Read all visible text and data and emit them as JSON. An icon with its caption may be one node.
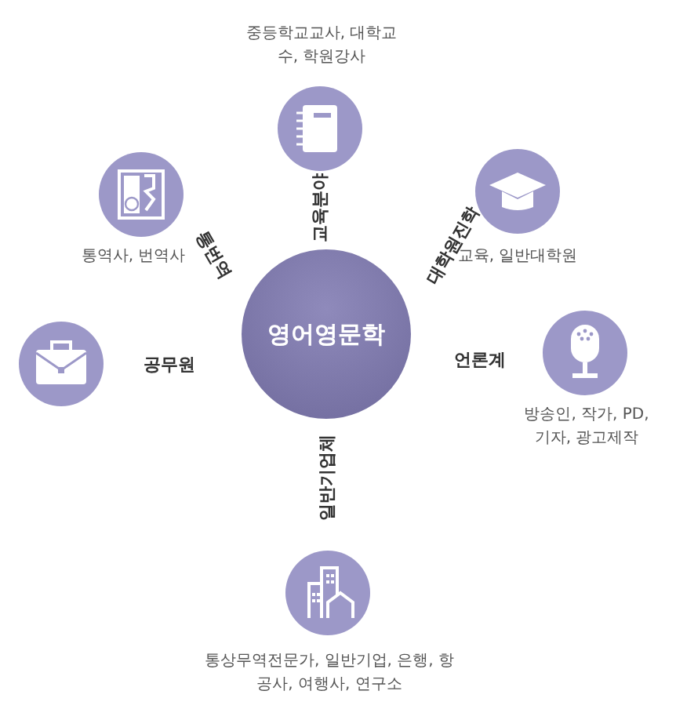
{
  "diagram": {
    "nodes": [
      {
        "text": [],
        "shape": "circle",
        "beside": [
          "중등학교교사, 대학교수, 학원강사"
        ]
      },
      {
        "text": [],
        "shape": "circle",
        "beside": [
          "통역사, 번역사"
        ]
      },
      {
        "text": [],
        "shape": "circle",
        "beside": [
          "교육, 일반대학원"
        ]
      },
      {
        "text": [],
        "shape": "circle"
      },
      {
        "text": [
          "영어영문학"
        ]
      },
      {
        "text": [],
        "shape": "circle",
        "beside": [
          "방송인, 작가, PD, 기자, 광고제작"
        ]
      },
      {
        "text": [],
        "shape": "circle",
        "beside": [
          "통상무역전문가, 일반기업, 은행, 항공사, 여행사, 연구소"
        ]
      }
    ],
    "labels": [
      "교육분야",
      "통번역",
      "대학원진학",
      "공무원",
      "언론계",
      "일반기업체"
    ]
  }
}
